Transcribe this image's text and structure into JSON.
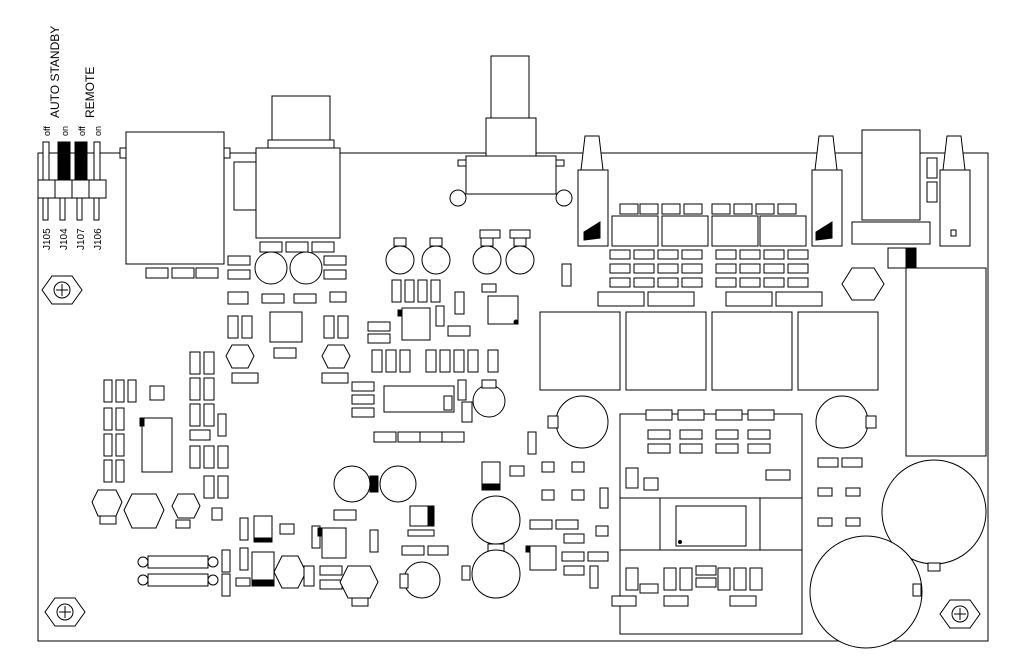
{
  "labels": {
    "auto_standby": "AUTO STANDBY",
    "remote": "REMOTE",
    "off_1": "off",
    "on_1": "on",
    "off_2": "off",
    "on_2": "on",
    "j105": "J105",
    "j104": "J104",
    "j107": "J107",
    "j106": "J106"
  },
  "colors": {
    "line": "#000000",
    "background": "#ffffff"
  }
}
